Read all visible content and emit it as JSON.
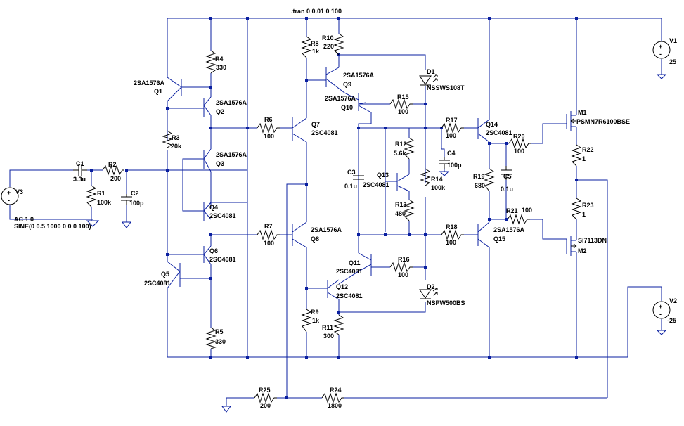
{
  "directive": ".tran 0 0.01 0 100",
  "sources": {
    "v1": {
      "name": "V1",
      "value": "25"
    },
    "v2": {
      "name": "V2",
      "value": "-25"
    },
    "v3": {
      "name": "V3",
      "value1": "AC 1 0",
      "value2": "SINE(0 0.5 1000 0 0 0 100)"
    }
  },
  "resistors": {
    "r1": {
      "name": "R1",
      "value": "100k"
    },
    "r2": {
      "name": "R2",
      "value": "200"
    },
    "r3": {
      "name": "R3",
      "value": "20k"
    },
    "r4": {
      "name": "R4",
      "value": "330"
    },
    "r5": {
      "name": "R5",
      "value": "330"
    },
    "r6": {
      "name": "R6",
      "value": "100"
    },
    "r7": {
      "name": "R7",
      "value": "100"
    },
    "r8": {
      "name": "R8",
      "value": "1k"
    },
    "r9": {
      "name": "R9",
      "value": "1k"
    },
    "r10": {
      "name": "R10",
      "value": "220"
    },
    "r11": {
      "name": "R11",
      "value": "300"
    },
    "r12": {
      "name": "R12",
      "value": "5.6k"
    },
    "r13": {
      "name": "R13",
      "value": "480"
    },
    "r14": {
      "name": "R14",
      "value": "100k"
    },
    "r15": {
      "name": "R15",
      "value": "100"
    },
    "r16": {
      "name": "R16",
      "value": "100"
    },
    "r17": {
      "name": "R17",
      "value": "100"
    },
    "r18": {
      "name": "R18",
      "value": "100"
    },
    "r19": {
      "name": "R19",
      "value": "680"
    },
    "r20": {
      "name": "R20",
      "value": "100"
    },
    "r21": {
      "name": "R21",
      "value": "100"
    },
    "r22": {
      "name": "R22",
      "value": "1"
    },
    "r23": {
      "name": "R23",
      "value": "1"
    },
    "r24": {
      "name": "R24",
      "value": "1800"
    },
    "r25": {
      "name": "R25",
      "value": "200"
    }
  },
  "capacitors": {
    "c1": {
      "name": "C1",
      "value": "3.3u"
    },
    "c2": {
      "name": "C2",
      "value": "100p"
    },
    "c3": {
      "name": "C3",
      "value": "0.1u"
    },
    "c4": {
      "name": "C4",
      "value": "100p"
    },
    "c5": {
      "name": "C5",
      "value": "0.1u"
    }
  },
  "transistors": {
    "q1": {
      "name": "Q1",
      "model": "2SA1576A"
    },
    "q2": {
      "name": "Q2",
      "model": "2SA1576A"
    },
    "q3": {
      "name": "Q3",
      "model": "2SA1576A"
    },
    "q4": {
      "name": "Q4",
      "model": "2SC4081"
    },
    "q5": {
      "name": "Q5",
      "model": "2SC4081"
    },
    "q6": {
      "name": "Q6",
      "model": "2SC4081"
    },
    "q7": {
      "name": "Q7",
      "model": "2SC4081"
    },
    "q8": {
      "name": "Q8",
      "model": "2SA1576A"
    },
    "q9": {
      "name": "Q9",
      "model": "2SA1576A"
    },
    "q10": {
      "name": "Q10",
      "model": "2SA1576A"
    },
    "q11": {
      "name": "Q11",
      "model": "2SC4081"
    },
    "q12": {
      "name": "Q12",
      "model": "2SC4081"
    },
    "q13": {
      "name": "Q13",
      "model": "2SC4081"
    },
    "q14": {
      "name": "Q14",
      "model": "2SC4081"
    },
    "q15": {
      "name": "Q15",
      "model": "2SA1576A"
    }
  },
  "mosfets": {
    "m1": {
      "name": "M1",
      "model": "PSMN7R6100BSE"
    },
    "m2": {
      "name": "M2",
      "model": "Si7113DN"
    }
  },
  "diodes": {
    "d1": {
      "name": "D1",
      "model": "NSSWS108T"
    },
    "d2": {
      "name": "D2",
      "model": "NSPW500BS"
    }
  },
  "colors": {
    "wire": "#0a1fa0",
    "component": "#000000",
    "background": "#ffffff"
  }
}
